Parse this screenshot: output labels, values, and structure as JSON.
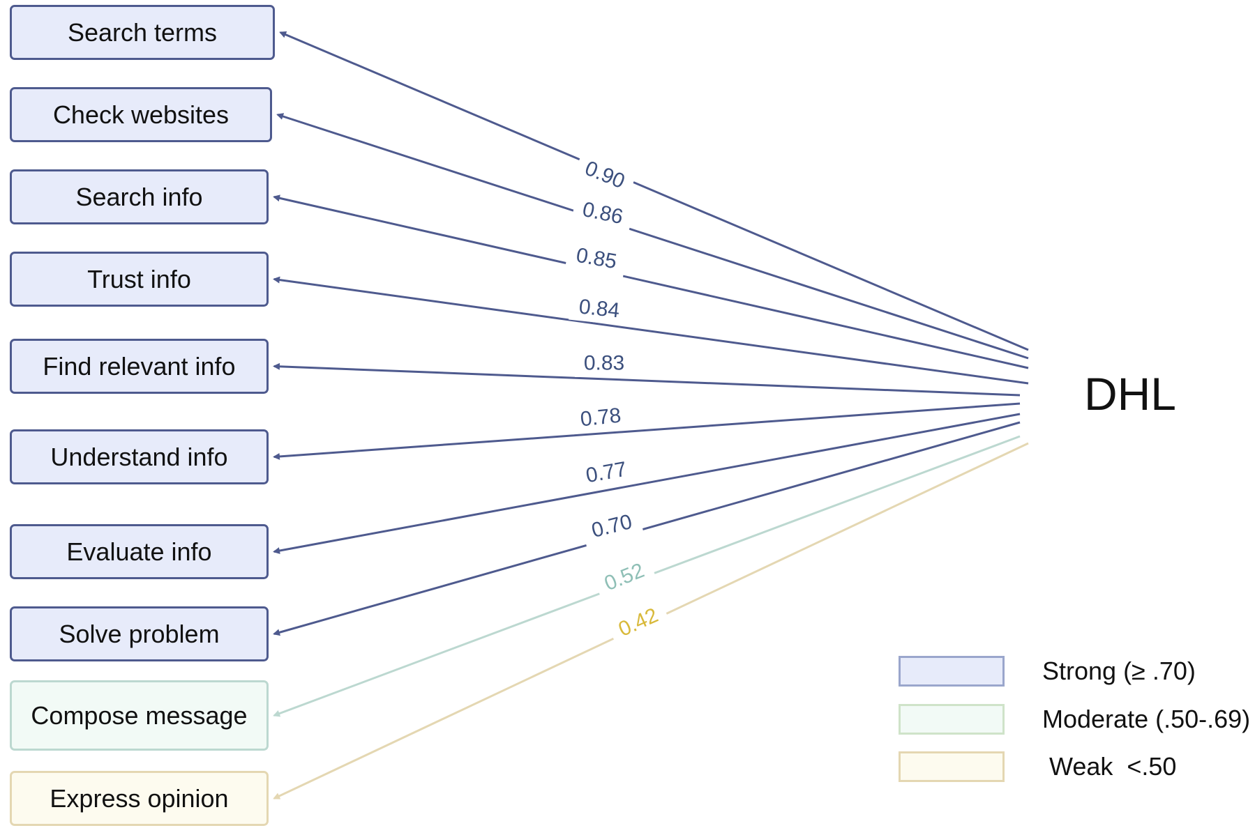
{
  "target": {
    "label": "DHL"
  },
  "colors": {
    "strong_line": "#4e5a8e",
    "strong_text": "#3b4f7d",
    "strong_fill": "#e7ebfa",
    "moderate_line": "#bcd8d0",
    "moderate_text": "#8fbfb6",
    "moderate_fill": "#f2faf6",
    "weak_line": "#e4d7b2",
    "weak_text": "#d8b93a",
    "weak_fill": "#fdfbef"
  },
  "indicators": [
    {
      "label": "Search terms",
      "weight": "0.90",
      "category": "strong"
    },
    {
      "label": "Check websites",
      "weight": "0.86",
      "category": "strong"
    },
    {
      "label": "Search info",
      "weight": "0.85",
      "category": "strong"
    },
    {
      "label": "Trust info",
      "weight": "0.84",
      "category": "strong"
    },
    {
      "label": "Find relevant info",
      "weight": "0.83",
      "category": "strong"
    },
    {
      "label": "Understand info",
      "weight": "0.78",
      "category": "strong"
    },
    {
      "label": "Evaluate info",
      "weight": "0.77",
      "category": "strong"
    },
    {
      "label": "Solve problem",
      "weight": "0.70",
      "category": "strong"
    },
    {
      "label": "Compose message",
      "weight": "0.52",
      "category": "moderate"
    },
    {
      "label": "Express opinion",
      "weight": "0.42",
      "category": "weak"
    }
  ],
  "legend": [
    {
      "label": "Strong (≥ .70)",
      "category": "strong"
    },
    {
      "label": "Moderate (.50-.69)",
      "category": "moderate"
    },
    {
      "label": " Weak  <.50",
      "category": "weak"
    }
  ]
}
